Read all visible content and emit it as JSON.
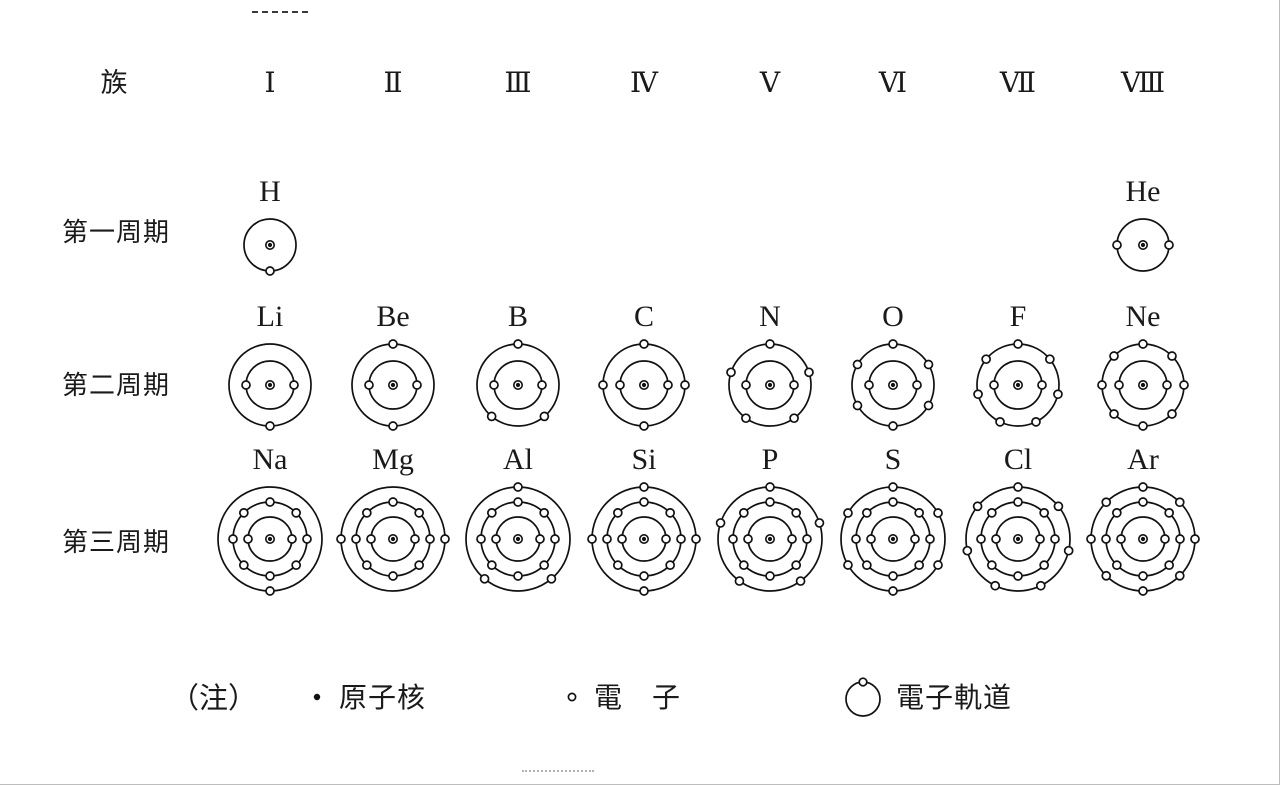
{
  "figure": {
    "group_row_label": "族",
    "groups": [
      "Ⅰ",
      "Ⅱ",
      "Ⅲ",
      "Ⅳ",
      "Ⅴ",
      "Ⅵ",
      "Ⅶ",
      "Ⅷ"
    ],
    "group_x": [
      270,
      393,
      518,
      644,
      770,
      893,
      1018,
      1143
    ],
    "periods": [
      {
        "label": "第一周期",
        "atoms": [
          {
            "symbol": "H",
            "group": 1,
            "shells": [
              1
            ],
            "electron_angles": [
              [
                90
              ]
            ]
          },
          {
            "symbol": "He",
            "group": 8,
            "shells": [
              2
            ],
            "electron_angles": [
              [
                0,
                180
              ]
            ]
          }
        ]
      },
      {
        "label": "第二周期",
        "atoms": [
          {
            "symbol": "Li",
            "group": 1,
            "shells": [
              2,
              1
            ],
            "electron_angles": [
              [
                0,
                180
              ],
              [
                90
              ]
            ]
          },
          {
            "symbol": "Be",
            "group": 2,
            "shells": [
              2,
              2
            ],
            "electron_angles": [
              [
                0,
                180
              ],
              [
                270,
                90
              ]
            ]
          },
          {
            "symbol": "B",
            "group": 3,
            "shells": [
              2,
              3
            ],
            "electron_angles": [
              [
                0,
                180
              ],
              [
                270,
                50,
                130
              ]
            ]
          },
          {
            "symbol": "C",
            "group": 4,
            "shells": [
              2,
              4
            ],
            "electron_angles": [
              [
                0,
                180
              ],
              [
                270,
                0,
                90,
                180
              ]
            ]
          },
          {
            "symbol": "N",
            "group": 5,
            "shells": [
              2,
              5
            ],
            "electron_angles": [
              [
                0,
                180
              ],
              [
                270,
                342,
                54,
                126,
                198
              ]
            ]
          },
          {
            "symbol": "O",
            "group": 6,
            "shells": [
              2,
              6
            ],
            "electron_angles": [
              [
                0,
                180
              ],
              [
                270,
                330,
                30,
                90,
                150,
                210
              ]
            ]
          },
          {
            "symbol": "F",
            "group": 7,
            "shells": [
              2,
              7
            ],
            "electron_angles": [
              [
                0,
                180
              ],
              [
                270,
                321,
                13,
                64,
                116,
                167,
                219
              ]
            ]
          },
          {
            "symbol": "Ne",
            "group": 8,
            "shells": [
              2,
              8
            ],
            "electron_angles": [
              [
                0,
                180
              ],
              [
                270,
                315,
                0,
                45,
                90,
                135,
                180,
                225
              ]
            ]
          }
        ]
      },
      {
        "label": "第三周期",
        "atoms": [
          {
            "symbol": "Na",
            "group": 1,
            "shells": [
              2,
              8,
              1
            ],
            "electron_angles": [
              [
                0,
                180
              ],
              [
                270,
                315,
                0,
                45,
                90,
                135,
                180,
                225
              ],
              [
                90
              ]
            ]
          },
          {
            "symbol": "Mg",
            "group": 2,
            "shells": [
              2,
              8,
              2
            ],
            "electron_angles": [
              [
                0,
                180
              ],
              [
                270,
                315,
                0,
                45,
                90,
                135,
                180,
                225
              ],
              [
                0,
                180
              ]
            ]
          },
          {
            "symbol": "Al",
            "group": 3,
            "shells": [
              2,
              8,
              3
            ],
            "electron_angles": [
              [
                0,
                180
              ],
              [
                270,
                315,
                0,
                45,
                90,
                135,
                180,
                225
              ],
              [
                270,
                50,
                130
              ]
            ]
          },
          {
            "symbol": "Si",
            "group": 4,
            "shells": [
              2,
              8,
              4
            ],
            "electron_angles": [
              [
                0,
                180
              ],
              [
                270,
                315,
                0,
                45,
                90,
                135,
                180,
                225
              ],
              [
                270,
                0,
                90,
                180
              ]
            ]
          },
          {
            "symbol": "P",
            "group": 5,
            "shells": [
              2,
              8,
              5
            ],
            "electron_angles": [
              [
                0,
                180
              ],
              [
                270,
                315,
                0,
                45,
                90,
                135,
                180,
                225
              ],
              [
                270,
                342,
                54,
                126,
                198
              ]
            ]
          },
          {
            "symbol": "S",
            "group": 6,
            "shells": [
              2,
              8,
              6
            ],
            "electron_angles": [
              [
                0,
                180
              ],
              [
                270,
                315,
                0,
                45,
                90,
                135,
                180,
                225
              ],
              [
                270,
                330,
                30,
                90,
                150,
                210
              ]
            ]
          },
          {
            "symbol": "Cl",
            "group": 7,
            "shells": [
              2,
              8,
              7
            ],
            "electron_angles": [
              [
                0,
                180
              ],
              [
                270,
                315,
                0,
                45,
                90,
                135,
                180,
                225
              ],
              [
                270,
                321,
                13,
                64,
                116,
                167,
                219
              ]
            ]
          },
          {
            "symbol": "Ar",
            "group": 8,
            "shells": [
              2,
              8,
              8
            ],
            "electron_angles": [
              [
                0,
                180
              ],
              [
                270,
                315,
                0,
                45,
                90,
                135,
                180,
                225
              ],
              [
                270,
                315,
                0,
                45,
                90,
                135,
                180,
                225
              ]
            ]
          }
        ]
      }
    ],
    "legend": {
      "note_label": "（注）",
      "items": [
        {
          "glyph": "nucleus-dot-icon",
          "label": "原子核"
        },
        {
          "glyph": "electron-circle-icon",
          "label": "電　子"
        },
        {
          "glyph": "electron-orbit-icon",
          "label": "電子軌道"
        }
      ]
    },
    "colors": {
      "ink": "#111111",
      "paper": "#ffffff",
      "frame": "#bdbdbd"
    }
  }
}
